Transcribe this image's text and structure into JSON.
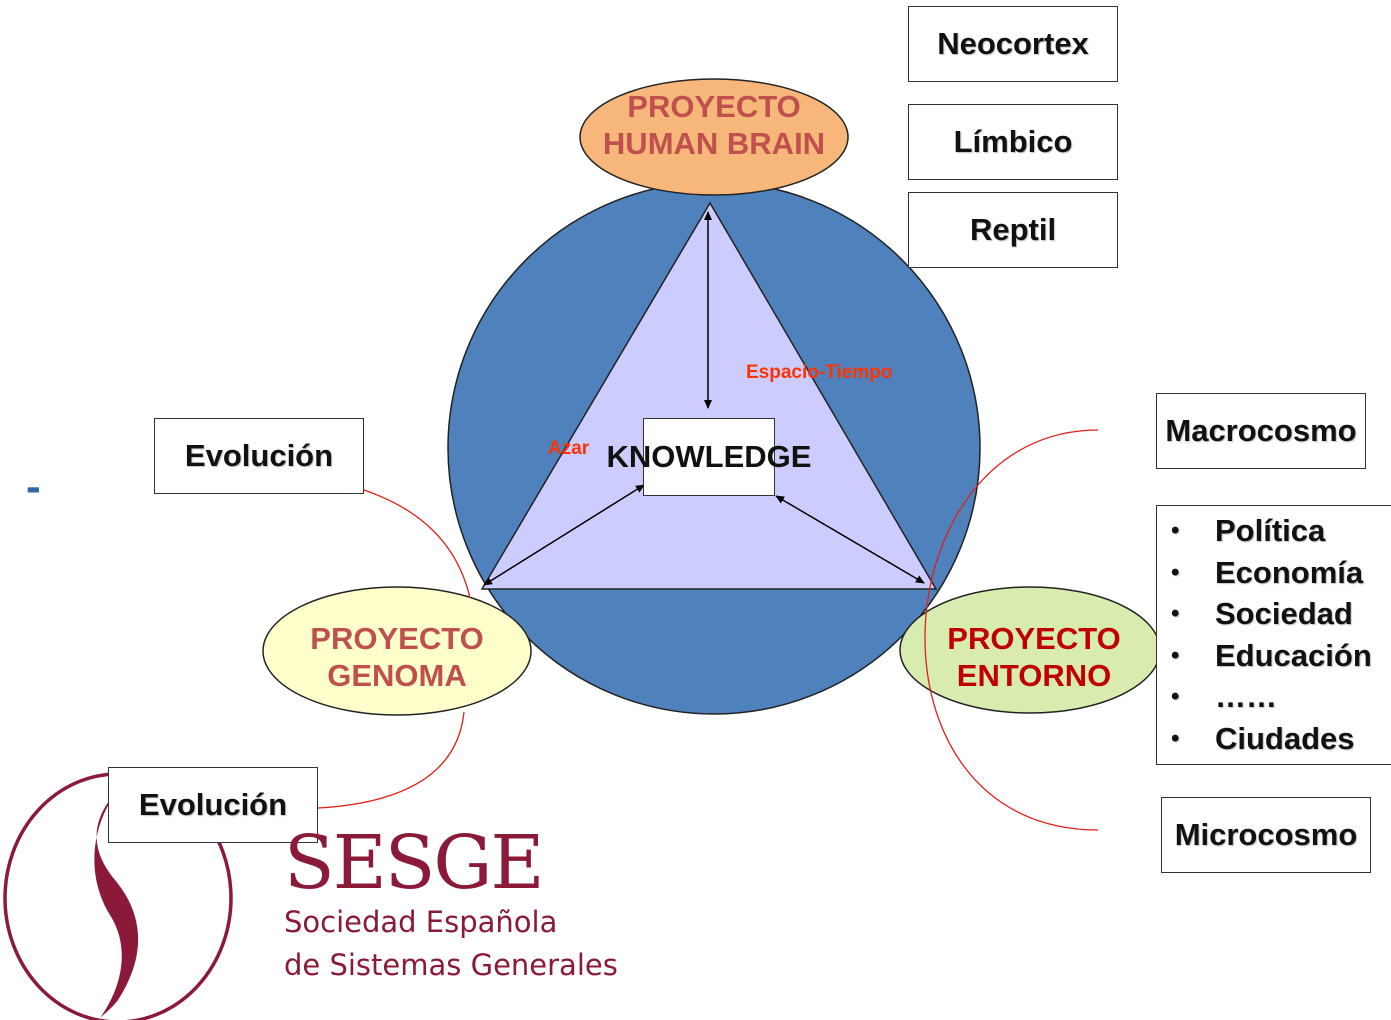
{
  "colors": {
    "circle": "#4f81bd",
    "triangle": "#ccccff",
    "oval_top": "#f7b77a",
    "oval_left": "#ffffcc",
    "oval_right": "#d9ecb0",
    "red_text": "#c0504d",
    "logo_red": "#8b1a3a"
  },
  "brain_levels": [
    "Neocortex",
    "Límbico",
    "Reptil"
  ],
  "center": {
    "label": "KNOWLEDGE"
  },
  "annotations": {
    "space_time": "Espacio-Tiempo",
    "chance": "Azar"
  },
  "projects": {
    "top": {
      "line1": "PROYECTO",
      "line2": "HUMAN BRAIN"
    },
    "left": {
      "line1": "PROYECTO",
      "line2": "GENOMA"
    },
    "right": {
      "line1": "PROYECTO",
      "line2": "ENTORNO"
    }
  },
  "evolution_top": "Evolución",
  "evolution_bottom": "Evolución",
  "macro": "Macrocosmo",
  "micro": "Microcosmo",
  "environment_items": [
    "Política",
    "Economía",
    "Sociedad",
    "Educación",
    "……",
    "Ciudades"
  ],
  "logo": {
    "acronym": "SESGE",
    "line1": "Sociedad Española",
    "line2": "de Sistemas Generales"
  },
  "side_mark": "-"
}
